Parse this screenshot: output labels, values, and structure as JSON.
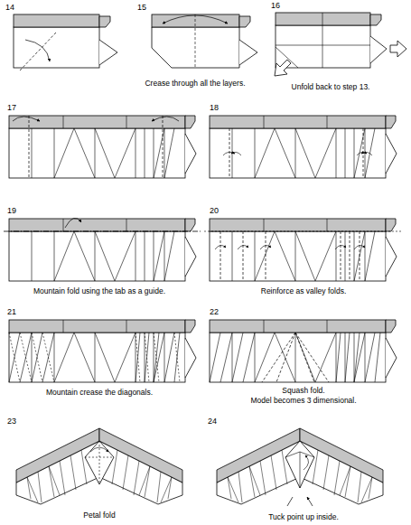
{
  "diagram": {
    "labels": [
      "14",
      "15",
      "Crease through all the layers.",
      "16",
      "Unfold back to step 13.",
      "17",
      "18",
      "19",
      "Mountain fold using the tab as a guide.",
      "20",
      "Reinforce as valley folds.",
      "21",
      "Mountain crease the diagonals.",
      "22",
      "Squash fold.",
      "Model becomes 3 dimensional.",
      "23",
      "Petal fold",
      "24",
      "Tuck point up inside."
    ]
  }
}
